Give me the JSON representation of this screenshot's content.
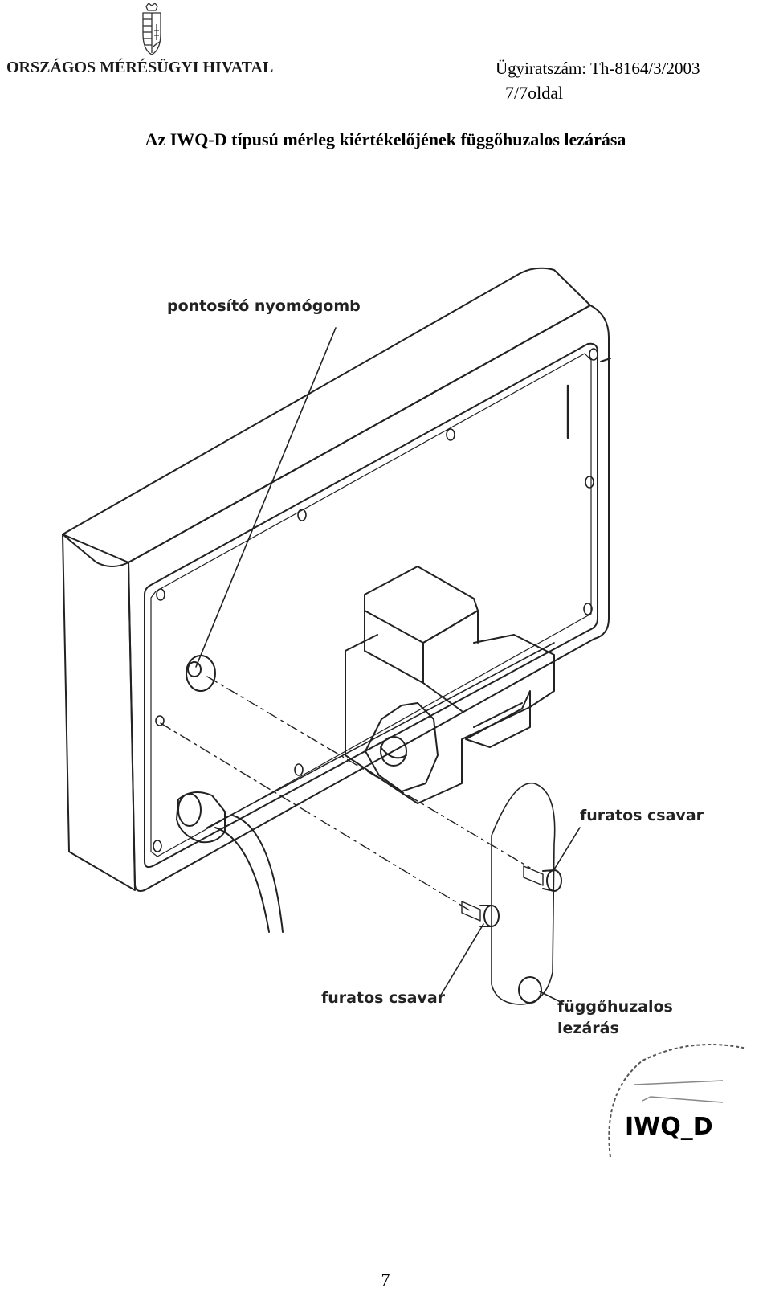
{
  "header": {
    "organization": "ORSZÁGOS MÉRÉSÜGYI HIVATAL",
    "document_number": "Ügyiratszám: Th-8164/3/2003",
    "page_of": "7/7oldal"
  },
  "title": "Az IWQ-D típusú mérleg kiértékelőjének függőhuzalos lezárása",
  "figure": {
    "labels": {
      "push_button": "pontosító nyomógomb",
      "bolt_right": "furatos csavar",
      "bolt_left": "furatos csavar",
      "seal_line1": "függőhuzalos",
      "seal_line2": "lezárás"
    },
    "stamp_text": "IWQ_D"
  },
  "footer": {
    "page_number": "7"
  }
}
